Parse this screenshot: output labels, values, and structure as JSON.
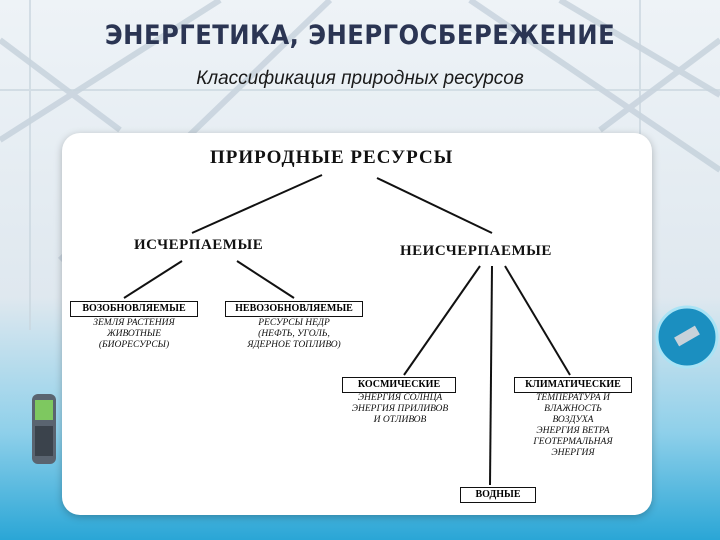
{
  "header": {
    "title": "ЭНЕРГЕТИКА, ЭНЕРГОСБЕРЕЖЕНИЕ",
    "subtitle": "Классификация природных ресурсов"
  },
  "diagram": {
    "root": "ПРИРОДНЫЕ РЕСУРСЫ",
    "exhaustible": {
      "label": "ИСЧЕРПАЕМЫЕ",
      "renewable": {
        "label": "ВОЗОБНОВЛЯЕМЫЕ",
        "lines": [
          "ЗЕМЛЯ РАСТЕНИЯ",
          "ЖИВОТНЫЕ",
          "(БИОРЕСУРСЫ)"
        ]
      },
      "nonrenewable": {
        "label": "НЕВОЗОБНОВЛЯЕМЫЕ",
        "lines": [
          "РЕСУРСЫ НЕДР",
          "(НЕФТЬ, УГОЛЬ,",
          "ЯДЕРНОЕ ТОПЛИВО)"
        ]
      }
    },
    "inexhaustible": {
      "label": "НЕИСЧЕРПАЕМЫЕ",
      "space": {
        "label": "КОСМИЧЕСКИЕ",
        "lines": [
          "ЭНЕРГИЯ СОЛНЦА",
          "ЭНЕРГИЯ ПРИЛИВОВ",
          "И ОТЛИВОВ"
        ]
      },
      "climatic": {
        "label": "КЛИМАТИЧЕСКИЕ",
        "lines": [
          "ТЕМПЕРАТУРА И",
          "ВЛАЖНОСТЬ",
          "ВОЗДУХА",
          "ЭНЕРГИЯ ВЕТРА",
          "ГЕОТЕРМАЛЬНАЯ",
          "ЭНЕРГИЯ"
        ]
      },
      "water": {
        "label": "ВОДНЫЕ"
      }
    }
  },
  "colors": {
    "title": "#2b3553",
    "card": "#ffffff",
    "accent": "#2aa6d6"
  }
}
